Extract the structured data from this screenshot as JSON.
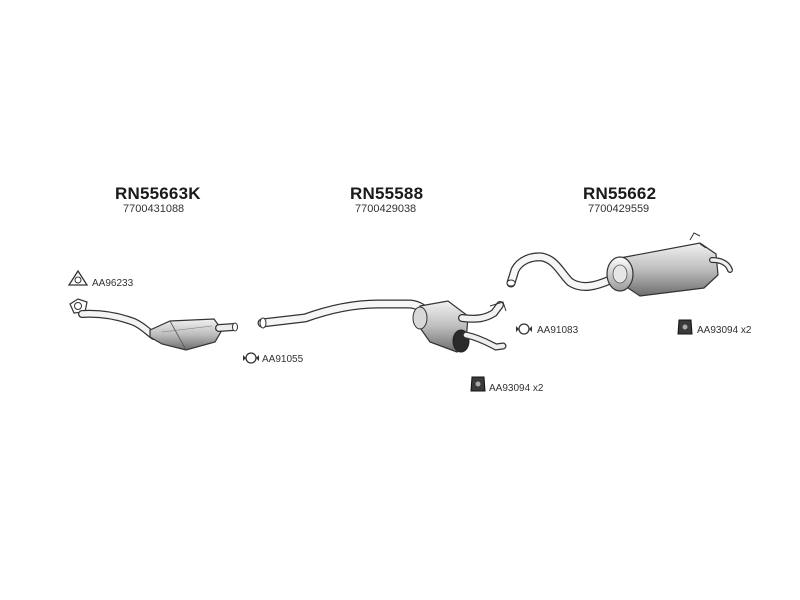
{
  "parts": [
    {
      "name": "RN55663K",
      "ref": "7700431088"
    },
    {
      "name": "RN55588",
      "ref": "7700429038"
    },
    {
      "name": "RN55662",
      "ref": "7700429559"
    }
  ],
  "accessories": [
    {
      "label": "AA96233"
    },
    {
      "label": "AA91055"
    },
    {
      "label": "AA91083"
    },
    {
      "label": "AA93094 x2"
    },
    {
      "label": "AA93094 x2"
    }
  ]
}
